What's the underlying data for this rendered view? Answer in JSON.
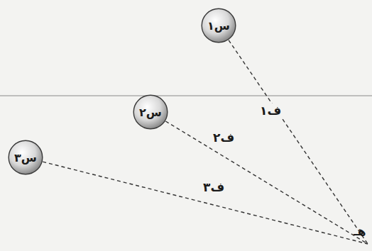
{
  "diagram": {
    "nodes": [
      {
        "text": [
          "س١"
        ]
      },
      {
        "text": [
          "س٢"
        ]
      },
      {
        "text": [
          "س٣"
        ]
      },
      {
        "text": [
          "هـ"
        ]
      }
    ],
    "edges": [
      {
        "from": 0,
        "to": 3,
        "arrow": "none",
        "label": "ف١"
      },
      {
        "from": 1,
        "to": 3,
        "arrow": "none",
        "label": "ف٢"
      },
      {
        "from": 2,
        "to": 3,
        "arrow": "none",
        "label": "ف٣"
      }
    ]
  }
}
